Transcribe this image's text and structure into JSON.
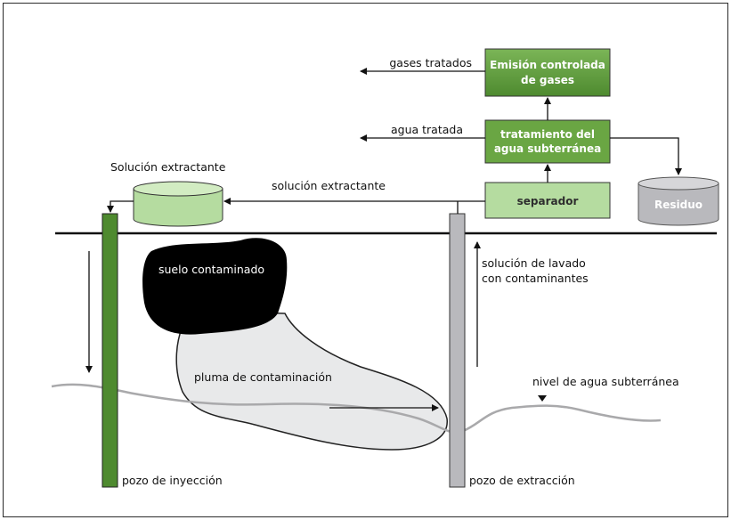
{
  "boxes": {
    "emission": {
      "line1": "Emisión controlada",
      "line2": "de gases"
    },
    "treatment": {
      "line1": "tratamiento del",
      "line2": "agua subterránea"
    },
    "separator": {
      "label": "separador"
    },
    "residue": {
      "label": "Residuo"
    },
    "tank": {
      "label": "Solución extractante"
    }
  },
  "flows": {
    "treated_gases": "gases tratados",
    "treated_water": "agua tratada",
    "extractant_solution": "solución extractante",
    "wash_line1": "solución de lavado",
    "wash_line2": "con contaminantes"
  },
  "zones": {
    "contaminated_soil": "suelo contaminado",
    "plume": "pluma de contaminación",
    "water_table": "nivel de agua subterránea"
  },
  "wells": {
    "injection": "pozo de inyección",
    "extraction": "pozo de extracción"
  },
  "colors": {
    "dark_green": "#4e8a2f",
    "mid_green": "#6aa643",
    "light_green": "#b5dca0",
    "gray_box": "#b9b9bd",
    "soil": "#000000",
    "plume": "#e9eaeb"
  }
}
